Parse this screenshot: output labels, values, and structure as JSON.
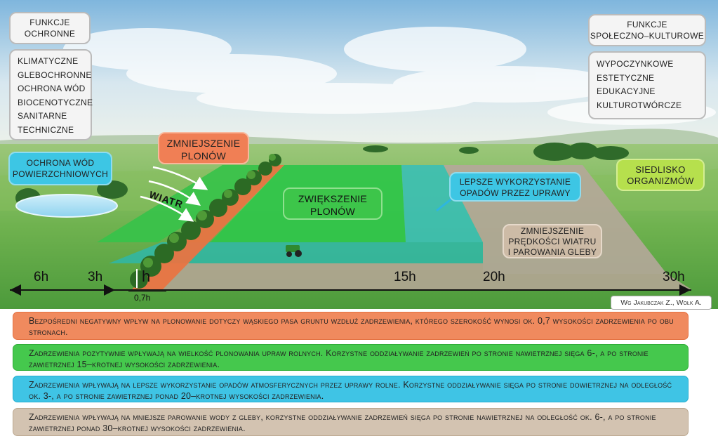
{
  "labels": {
    "protective_title": "FUNKCJE\nOCHRONNE",
    "protective_items": [
      "KLIMATYCZNE",
      "GLEBOCHRONNE",
      "OCHRONA WÓD",
      "BIOCENOTYCZNE",
      "SANITARNE",
      "TECHNICZNE"
    ],
    "social_title": "FUNKCJE\nSPOŁECZNO–KULTUROWE",
    "social_items": [
      "WYPOCZYNKOWE",
      "ESTETYCZNE",
      "EDUKACYJNE",
      "KULTUROTWÓRCZE"
    ],
    "water_protection": "OCHRONA WÓD\nPOWIERZCHNIOWYCH",
    "yield_decrease": "ZMNIEJSZENIE\nPLONÓW",
    "yield_increase": "ZWIĘKSZENIE\nPLONÓW",
    "rainfall_use": "LEPSZE WYKORZYSTANIE\nOPADÓW PRZEZ UPRAWY",
    "habitat": "SIEDLISKO\nORGANIZMÓW",
    "wind_reduction": "ZMNIEJSZENIE\nPRĘDKOŚCI WIATRU\nI PAROWANIA GLEBY",
    "wind": "WIATR"
  },
  "axis": {
    "marks": [
      "6h",
      "3h",
      "h",
      "15h",
      "20h",
      "30h"
    ],
    "sub_mark": "0,7h"
  },
  "credit": "Wg Jakubczak Z., Wołk A.",
  "notes": [
    "Bezpośredni negatywny wpływ na plonowanie dotyczy wąskiego pasa gruntu wzdłuż zadrzewienia, którego szerokość wynosi ok. 0,7 wysokości zadrzewienia po obu stronach.",
    "Zadrzewienia pozytywnie wpływają na wielkość plonowania upraw rolnych. Korzystne oddziaływanie zadrzewień po stronie nawietrznej sięga 6-, a po stronie zawietrznej 15–krotnej wysokości zadrzewienia.",
    "Zadrzewienia wpływają na lepsze wykorzystanie opadów atmosferycznych przez uprawy rolne. Korzystne oddziaływanie sięga po stronie dowietrznej na odległość ok. 3-, a po stronie zawietrznej ponad 20–krotnej wysokości zadrzewienia.",
    "Zadrzewienia wpływają na mniejsze parowanie wody z gleby, korzystne oddziaływanie zadrzewień sięga po stronie nawietrznej na odległość ok. 6-, a po stronie zawietrznej ponad 30–krotnej wysokości zadrzewienia."
  ],
  "colors": {
    "orange": "#f07f55",
    "green": "#3dc54a",
    "blue": "#3dc6e4",
    "tan": "#cdbba6"
  }
}
